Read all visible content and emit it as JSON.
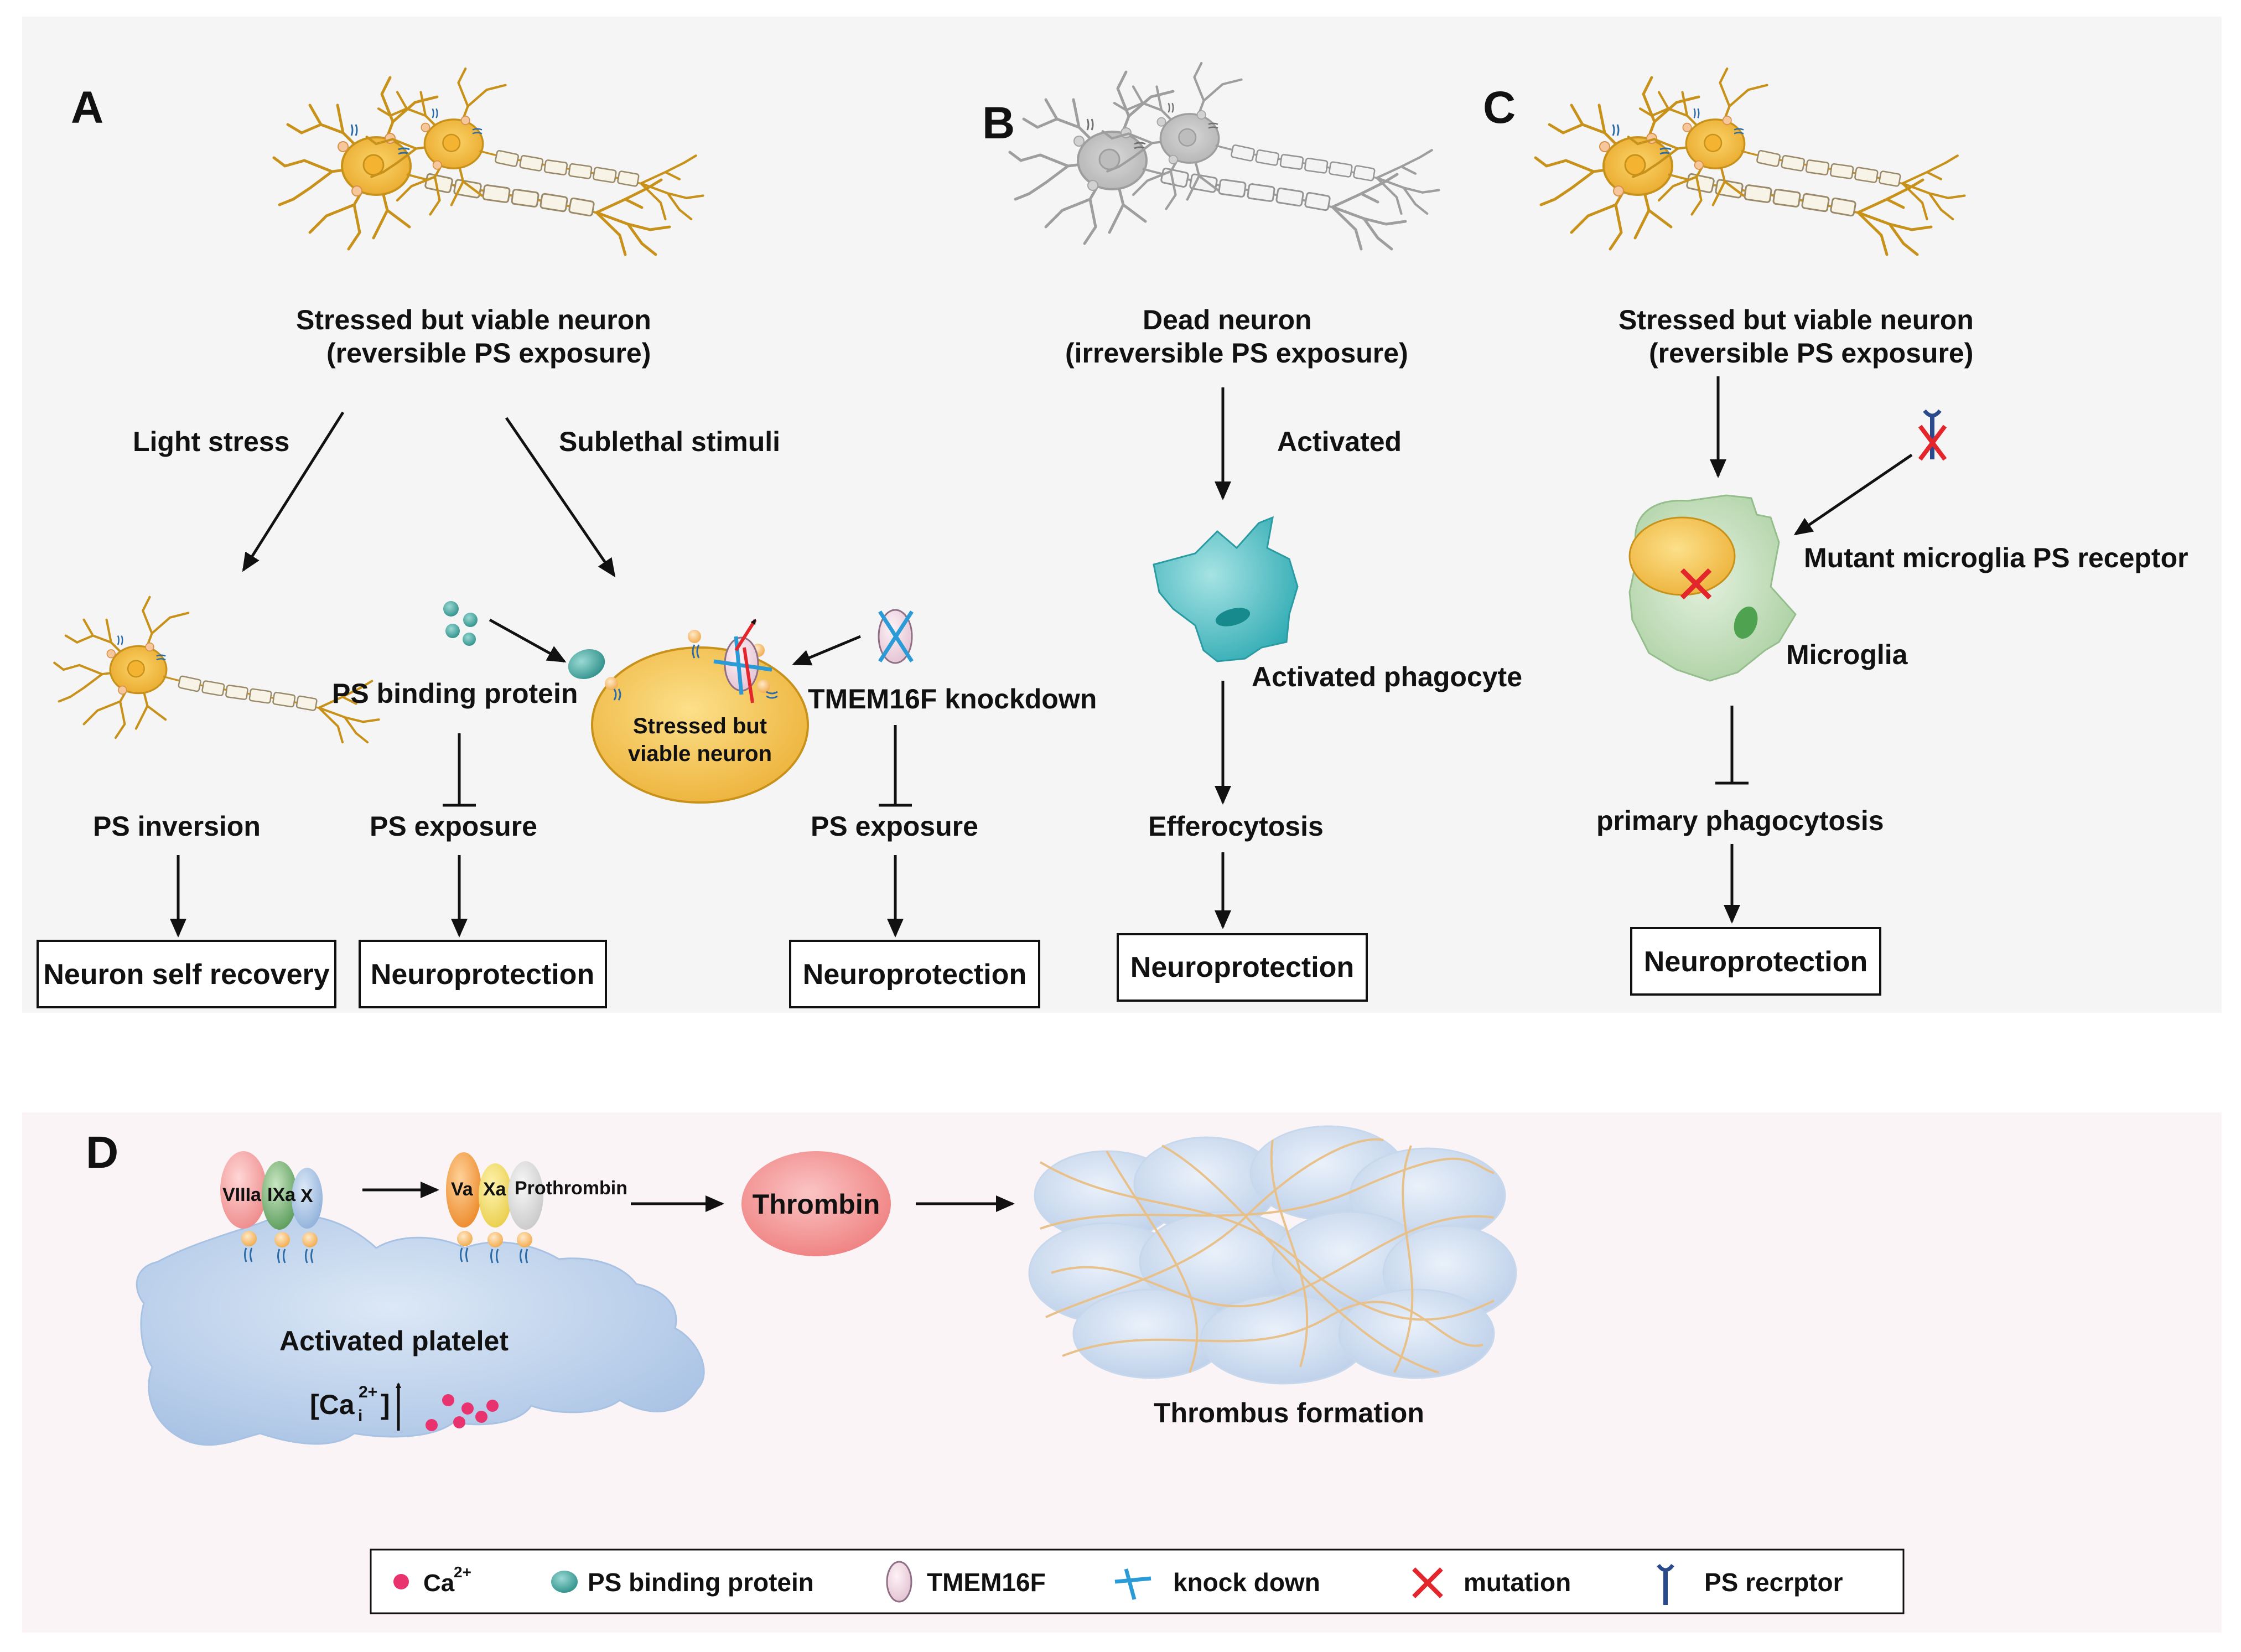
{
  "panels": {
    "a": "A",
    "b": "B",
    "c": "C",
    "d": "D"
  },
  "panel_a": {
    "neuron_title_1": "Stressed but viable neuron",
    "neuron_title_2": "(reversible PS exposure)",
    "light_stress": "Light stress",
    "sublethal": "Sublethal stimuli",
    "ps_binding_protein": "PS binding protein",
    "tmem16f_knockdown": "TMEM16F knockdown",
    "cell_label_1": "Stressed but",
    "cell_label_2": "viable neuron",
    "ps_inversion": "PS inversion",
    "ps_exposure": "PS exposure",
    "ps_exposure_2": "PS exposure",
    "self_recovery": "Neuron self recovery",
    "neuroprotection_1": "Neuroprotection",
    "neuroprotection_2": "Neuroprotection"
  },
  "panel_b": {
    "title_1": "Dead neuron",
    "title_2": "(irreversible PS exposure)",
    "activated": "Activated",
    "phagocyte": "Activated  phagocyte",
    "efferocytosis": "Efferocytosis",
    "neuroprotection": "Neuroprotection"
  },
  "panel_c": {
    "title_1": "Stressed but viable neuron",
    "title_2": "(reversible PS exposure)",
    "mutant_receptor": "Mutant microglia PS receptor",
    "microglia": "Microglia",
    "primary_phagocytosis": "primary  phagocytosis",
    "neuroprotection": "Neuroprotection"
  },
  "panel_d": {
    "viiia": "VIIIa",
    "ixa": "IXa",
    "x": "X",
    "va": "Va",
    "xa": "Xa",
    "prothrombin": "Prothrombin",
    "thrombin": "Thrombin",
    "platelet": "Activated platelet",
    "calcium_label": "[Ca",
    "calcium_sub": "i",
    "calcium_sup": "2+",
    "calcium_close": "]",
    "thrombus": "Thrombus formation"
  },
  "legend": {
    "ca": "Ca",
    "ca_sup": "2+",
    "ps_binding_protein": "PS binding protein",
    "tmem16f": "TMEM16F",
    "knock_down": "knock down",
    "mutation": "mutation",
    "ps_receptor": "PS recrptor"
  },
  "colors": {
    "neuron": "#F2C04C",
    "neuron_stroke": "#C8921A",
    "dead_neuron": "#D5D8DC",
    "phagocyte": "#35B7BD",
    "microglia": "#B8D9B0",
    "platelet": "#B9CFEA",
    "thrombin": "#F08C8C",
    "calcium": "#E8336F",
    "binding_protein": "#3C9C96",
    "knockdown": "#2A9BD6",
    "mutation": "#E3262B",
    "receptor": "#2B4A8C",
    "fibrin": "#E8C08A",
    "panel_bg_top": "#F5F5F6",
    "panel_bg_bottom": "#FBF4F7"
  }
}
